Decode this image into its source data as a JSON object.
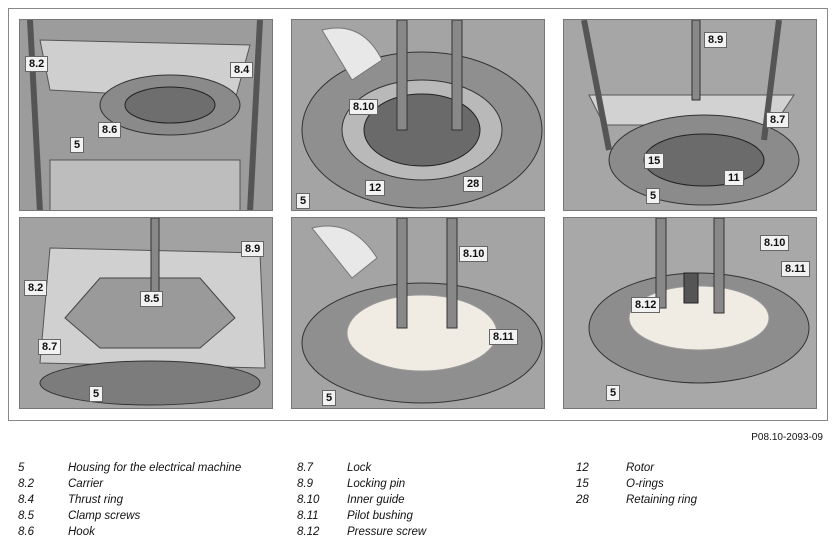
{
  "panels": [
    {
      "callouts": [
        "8.2",
        "8.4",
        "8.6",
        "5"
      ]
    },
    {
      "callouts": [
        "8.10",
        "12",
        "28",
        "5"
      ]
    },
    {
      "callouts": [
        "8.9",
        "8.7",
        "15",
        "11",
        "5"
      ]
    },
    {
      "callouts": [
        "8.9",
        "8.2",
        "8.5",
        "8.7",
        "5"
      ]
    },
    {
      "callouts": [
        "8.10",
        "8.11",
        "5"
      ]
    },
    {
      "callouts": [
        "8.10",
        "8.11",
        "8.12",
        "5"
      ]
    }
  ],
  "reference": "P08.10-2093-09",
  "legend": {
    "col1": [
      {
        "num": "5",
        "text": "Housing for the electrical machine"
      },
      {
        "num": "8.2",
        "text": "Carrier"
      },
      {
        "num": "8.4",
        "text": "Thrust ring"
      },
      {
        "num": "8.5",
        "text": "Clamp screws"
      },
      {
        "num": "8.6",
        "text": "Hook"
      }
    ],
    "col2": [
      {
        "num": "8.7",
        "text": "Lock"
      },
      {
        "num": "8.9",
        "text": "Locking pin"
      },
      {
        "num": "8.10",
        "text": "Inner guide"
      },
      {
        "num": "8.11",
        "text": "Pilot bushing"
      },
      {
        "num": "8.12",
        "text": "Pressure screw"
      }
    ],
    "col3": [
      {
        "num": "12",
        "text": "Rotor"
      },
      {
        "num": "15",
        "text": "O-rings"
      },
      {
        "num": "28",
        "text": "Retaining ring"
      }
    ]
  }
}
